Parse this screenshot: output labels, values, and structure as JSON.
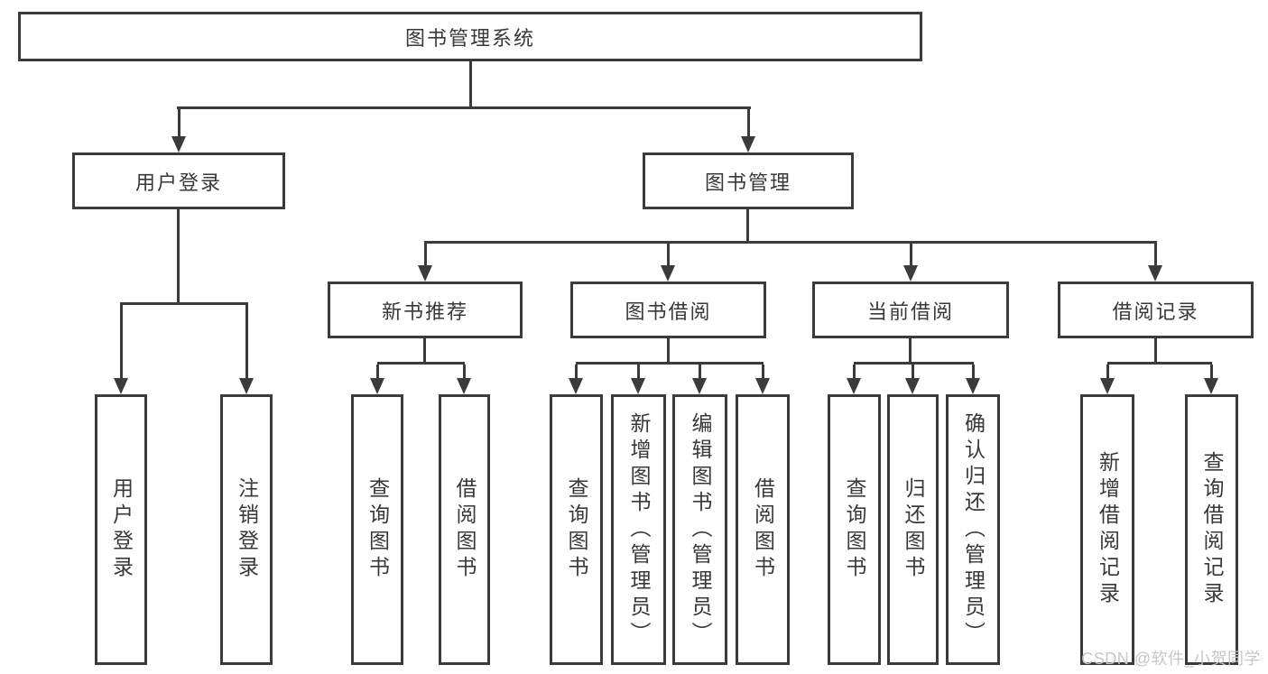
{
  "nodes": {
    "root": "图书管理系统",
    "user_login": "用户登录",
    "book_manage": "图书管理",
    "new_books": "新书推荐",
    "book_borrow": "图书借阅",
    "current_borrow": "当前借阅",
    "borrow_records": "借阅记录"
  },
  "leaves": {
    "user_login": [
      "用户登录",
      "注销登录"
    ],
    "new_books": [
      "查询图书",
      "借阅图书"
    ],
    "book_borrow": [
      "查询图书",
      "新增图书（管理员）",
      "编辑图书（管理员）",
      "借阅图书"
    ],
    "current_borrow": [
      "查询图书",
      "归还图书",
      "确认归还（管理员）"
    ],
    "borrow_records": [
      "新增借阅记录",
      "查询借阅记录"
    ]
  },
  "watermark": "CSDN @软件_小贺同学",
  "colors": {
    "line": "#3b3b3b",
    "text": "#383838",
    "watermark": "#c9c6c6",
    "background": "#ffffff"
  }
}
